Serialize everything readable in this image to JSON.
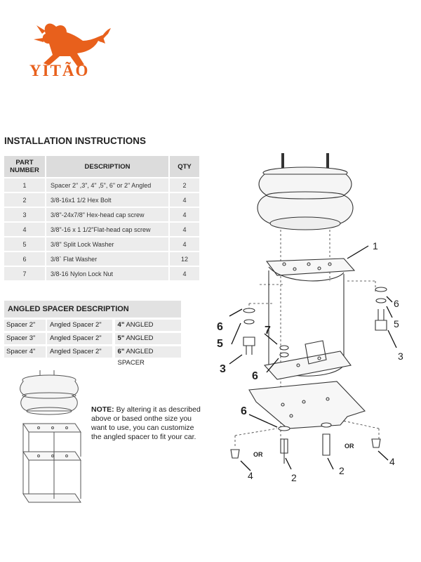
{
  "brand": {
    "name": "YITÃO",
    "color": "#e8601c"
  },
  "title": "INSTALLATION INSTRUCTIONS",
  "parts_table": {
    "headers": {
      "part": "PART NUMBER",
      "description": "DESCRIPTION",
      "qty": "QTY"
    },
    "rows": [
      {
        "part": "1",
        "description": "Spacer 2\" ,3\", 4\" ,5\", 6\" or 2\" Angled",
        "qty": "2"
      },
      {
        "part": "2",
        "description": "3/8-16x1 1/2 Hex Bolt",
        "qty": "4"
      },
      {
        "part": "3",
        "description": "3/8\"-24x7/8\" Hex-head cap screw",
        "qty": "4"
      },
      {
        "part": "4",
        "description": "3/8\"-16 x 1 1/2\"Flat-head cap screw",
        "qty": "4"
      },
      {
        "part": "5",
        "description": "3/8\" Split Lock Washer",
        "qty": "4"
      },
      {
        "part": "6",
        "description": "3/8` Flat Washer",
        "qty": "12"
      },
      {
        "part": "7",
        "description": "3/8-16 Nylon Lock Nut",
        "qty": "4"
      }
    ]
  },
  "angled_table": {
    "title": "ANGLED SPACER DESCRIPTION",
    "rows": [
      {
        "spacer": "Spacer 2\"",
        "angled": "Angled Spacer 2\"",
        "size": "4\"",
        "label": " ANGLED SPACER"
      },
      {
        "spacer": "Spacer 3\"",
        "angled": "Angled Spacer 2\"",
        "size": "5\"",
        "label": " ANGLED SPACER"
      },
      {
        "spacer": "Spacer 4\"",
        "angled": "Angled Spacer 2\"",
        "size": "6\"",
        "label": " ANGLED SPACER"
      }
    ]
  },
  "note": {
    "label": "NOTE:",
    "text": " By altering it as described above or based onthe size you want to use, you can customize the angled spacer to fit your car."
  },
  "diagram": {
    "callouts": [
      "1",
      "2",
      "2",
      "3",
      "3",
      "4",
      "4",
      "5",
      "5",
      "6",
      "6",
      "6",
      "6",
      "7"
    ],
    "or_label": "OR"
  }
}
